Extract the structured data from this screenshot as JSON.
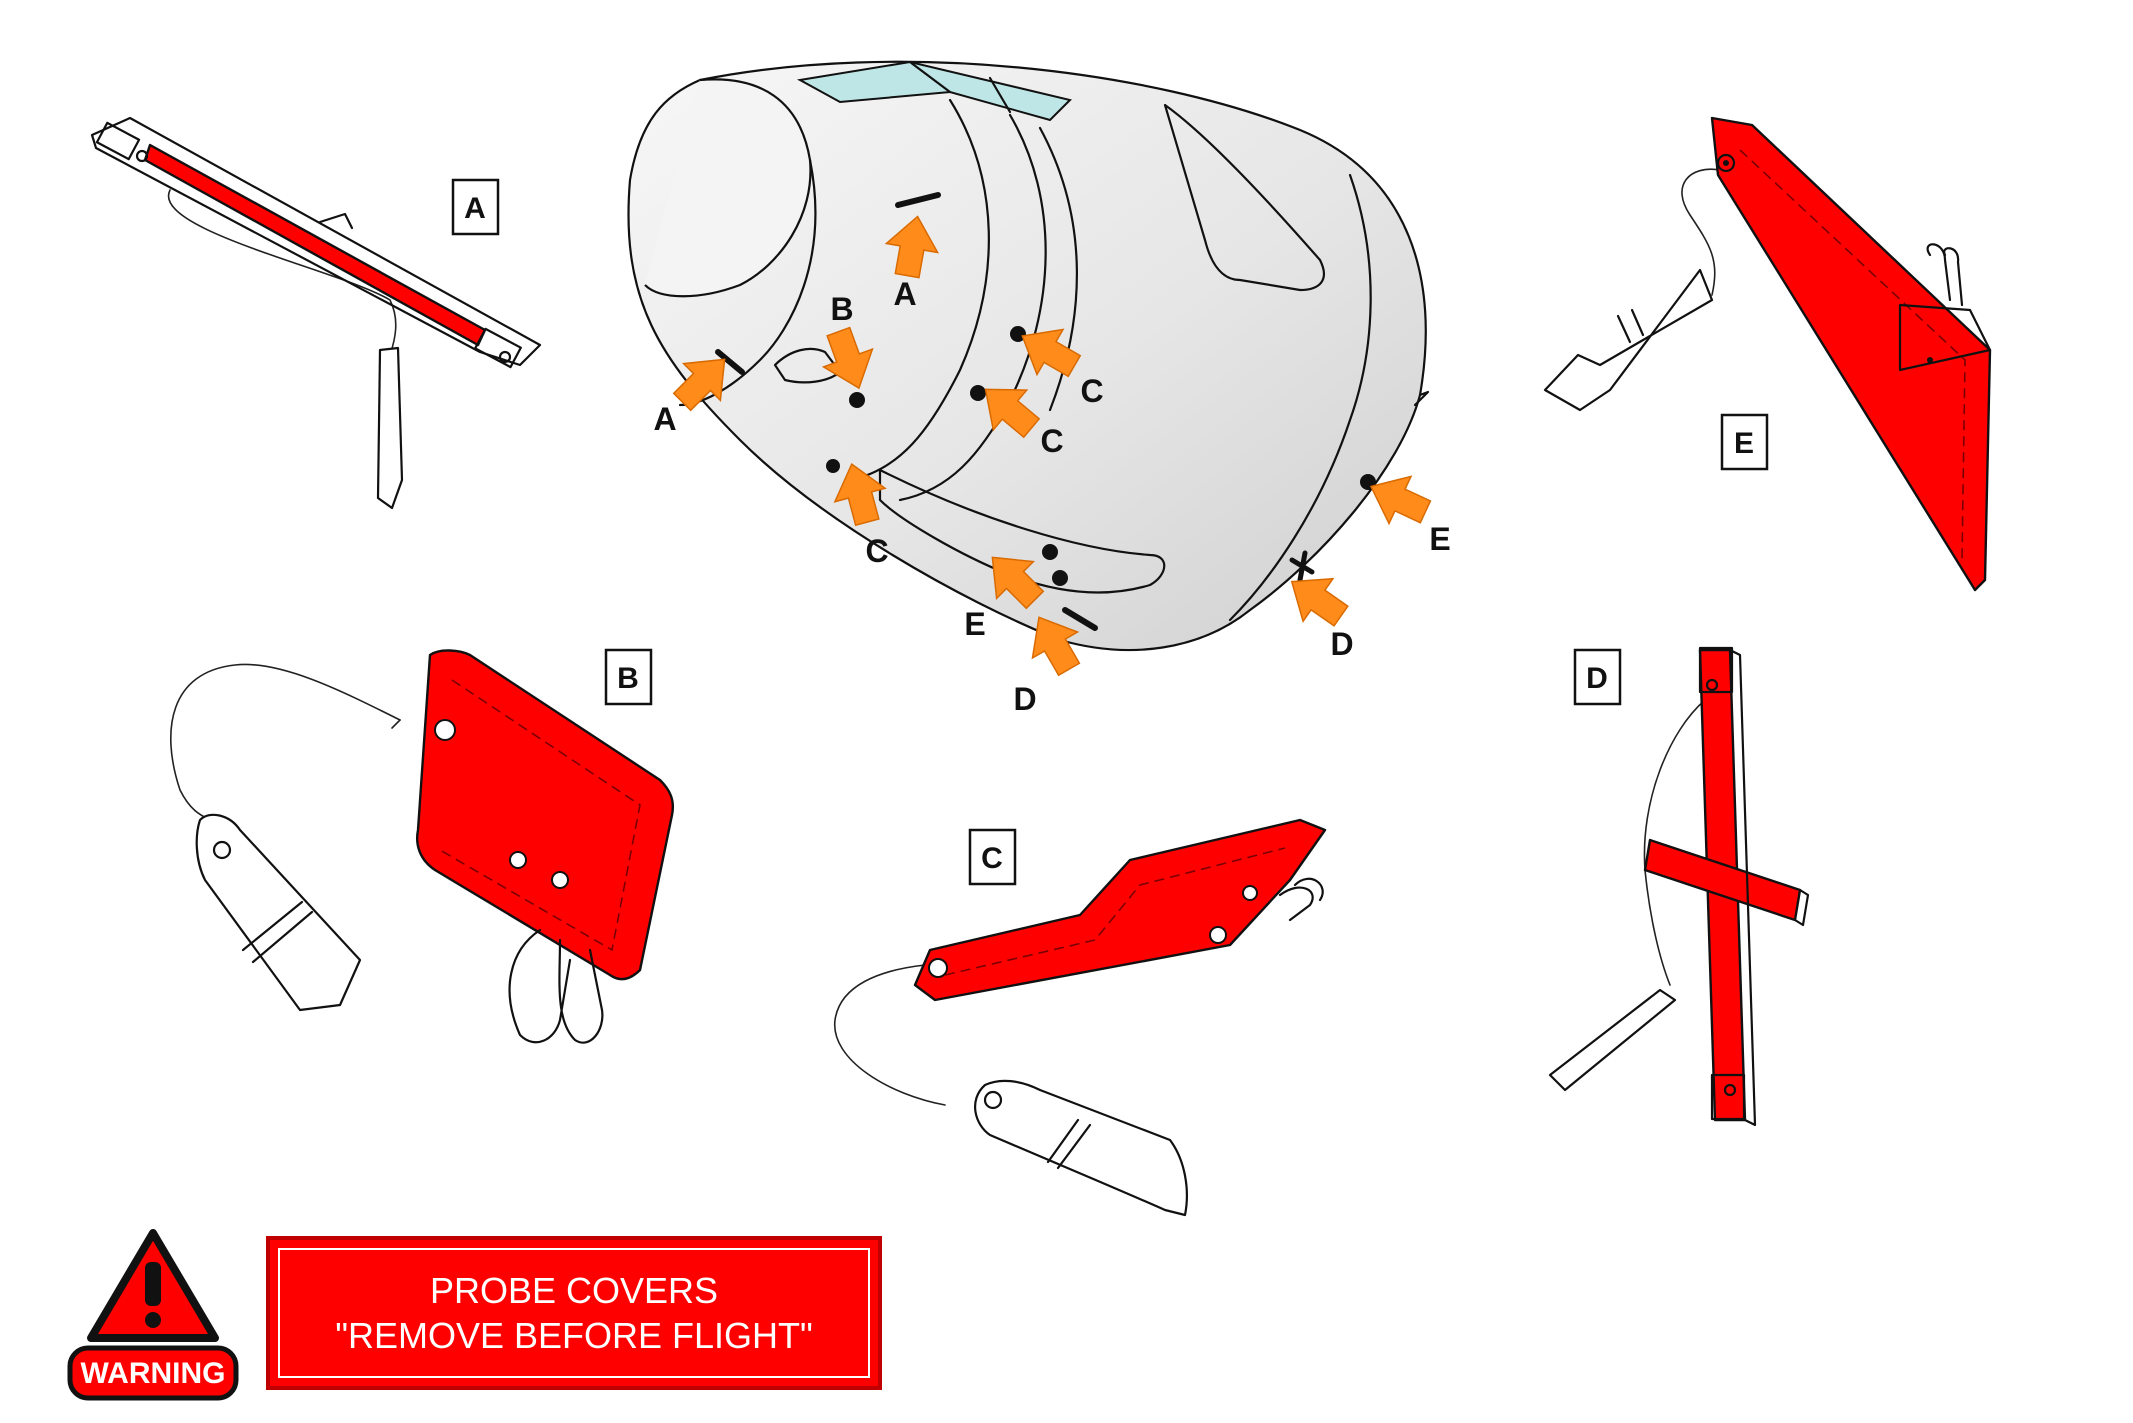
{
  "callouts": {
    "box_A": "A",
    "box_B": "B",
    "box_C": "C",
    "box_D": "D",
    "box_E": "E"
  },
  "nose_labels": [
    {
      "id": "a-top",
      "text": "A"
    },
    {
      "id": "a-left",
      "text": "A"
    },
    {
      "id": "b",
      "text": "B"
    },
    {
      "id": "c-right-top",
      "text": "C"
    },
    {
      "id": "c-mid",
      "text": "C"
    },
    {
      "id": "c-bottom",
      "text": "C"
    },
    {
      "id": "e-right",
      "text": "E"
    },
    {
      "id": "e-bottom",
      "text": "E"
    },
    {
      "id": "d-right",
      "text": "D"
    },
    {
      "id": "d-bottom",
      "text": "D"
    }
  ],
  "warning": {
    "icon": "warning-triangle-icon",
    "label": "WARNING"
  },
  "banner": {
    "line1": "PROBE COVERS",
    "line2": "\"REMOVE BEFORE FLIGHT\""
  },
  "colors": {
    "cover_red": "#ff0000",
    "arrow_orange": "#ff8c1a",
    "windshield": "#bfe6e6",
    "nose_gray": "#e8e8e8"
  }
}
